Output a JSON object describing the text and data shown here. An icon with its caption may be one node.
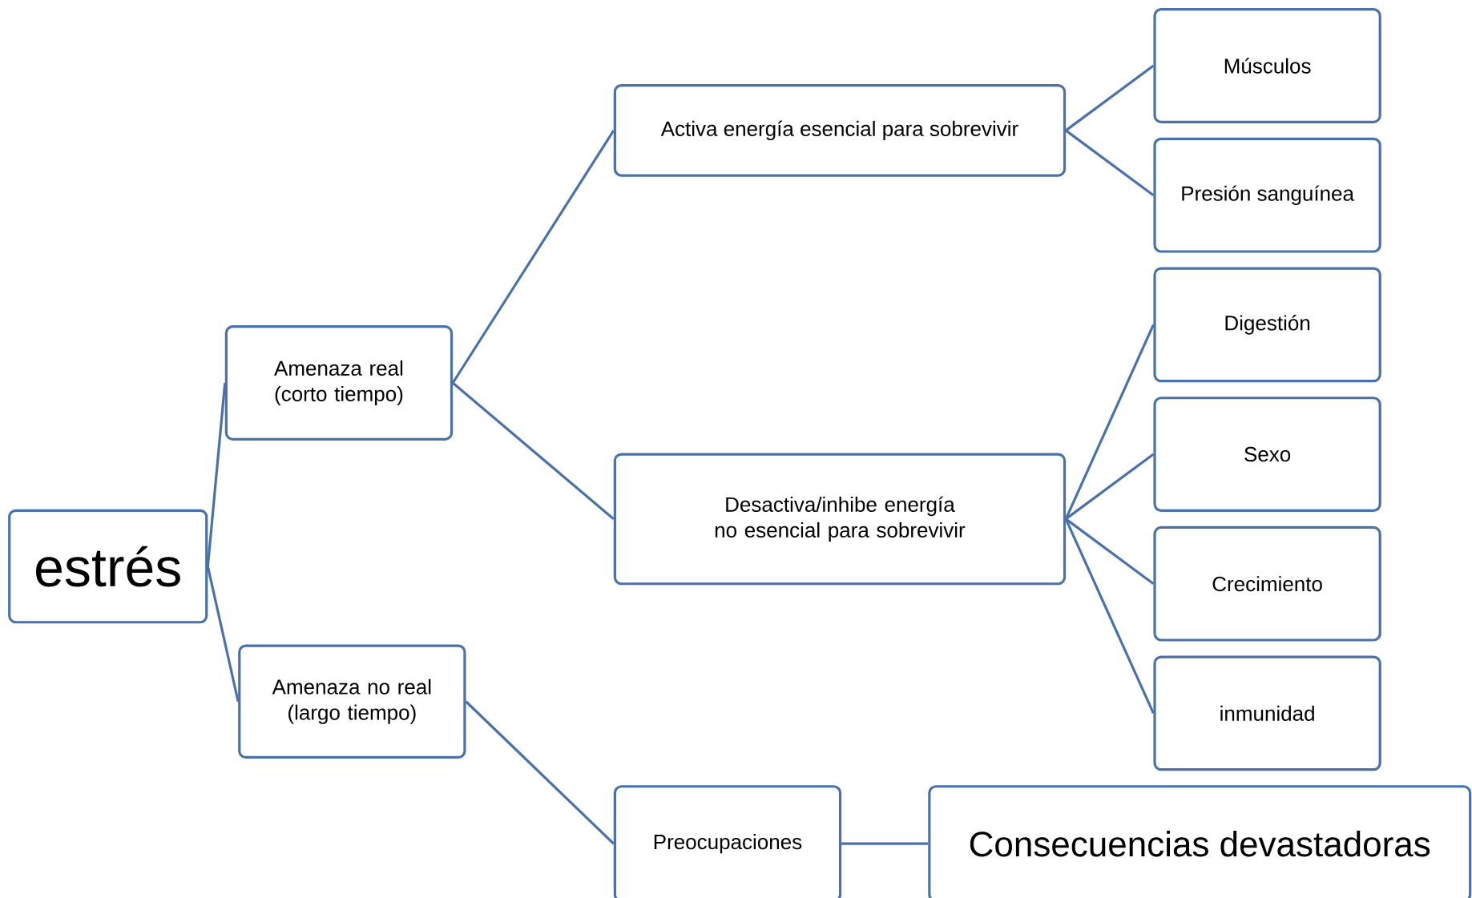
{
  "diagram": {
    "nodes": [
      {
        "text": [
          "estrés"
        ]
      },
      {
        "text": [
          "Amenaza real (corto tiempo)"
        ]
      },
      {
        "text": [
          "Amenaza no real (largo tiempo)"
        ]
      },
      {
        "text": [
          "Activa energía esencial para sobrevivir"
        ]
      },
      {
        "text": [
          "Desactiva/inhibe energía no esencial para sobrevivir"
        ]
      },
      {
        "text": [
          "Músculos"
        ]
      },
      {
        "text": [
          "Presión sanguínea"
        ]
      },
      {
        "text": [
          "Digestión"
        ]
      },
      {
        "text": [
          "Sexo"
        ]
      },
      {
        "text": [
          "Crecimiento"
        ]
      },
      {
        "text": [
          "inmunidad"
        ]
      },
      {
        "text": [
          "Preocupaciones"
        ]
      },
      {
        "text": [
          "Consecuencias devastadoras"
        ]
      }
    ],
    "edges": [
      {
        "from": 0,
        "to": 1,
        "arrow": "none"
      },
      {
        "from": 0,
        "to": 2,
        "arrow": "none"
      },
      {
        "from": 1,
        "to": 3,
        "arrow": "none"
      },
      {
        "from": 1,
        "to": 4,
        "arrow": "none"
      },
      {
        "from": 3,
        "to": 5,
        "arrow": "none"
      },
      {
        "from": 3,
        "to": 6,
        "arrow": "none"
      },
      {
        "from": 4,
        "to": 7,
        "arrow": "none"
      },
      {
        "from": 4,
        "to": 8,
        "arrow": "none"
      },
      {
        "from": 4,
        "to": 9,
        "arrow": "none"
      },
      {
        "from": 4,
        "to": 10,
        "arrow": "none"
      },
      {
        "from": 2,
        "to": 11,
        "arrow": "none"
      },
      {
        "from": 11,
        "to": 12,
        "arrow": "none"
      }
    ]
  }
}
